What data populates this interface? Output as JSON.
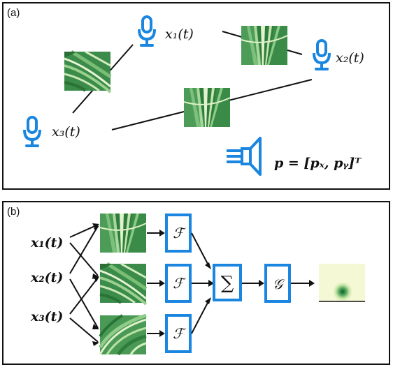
{
  "panel_a": {
    "label": "(a)",
    "mic1": "x₁(t)",
    "mic2": "x₂(t)",
    "mic3": "x₃(t)",
    "source": "p = [pₓ, pᵧ]ᵀ"
  },
  "panel_b": {
    "label": "(b)",
    "inputs": [
      "x₁(t)",
      "x₂(t)",
      "x₃(t)"
    ],
    "f_label": "ℱ",
    "sum_label": "∑",
    "g_label": "𝒢"
  },
  "colors": {
    "accent_blue": "#1a86e0",
    "green_dark": "#2e7d3c",
    "green_light": "#d9efc4",
    "heatmap_bg": "#f4f8d4",
    "heatmap_spot": "#0b5e2b"
  },
  "icons": [
    "microphone-icon",
    "speaker-icon"
  ]
}
